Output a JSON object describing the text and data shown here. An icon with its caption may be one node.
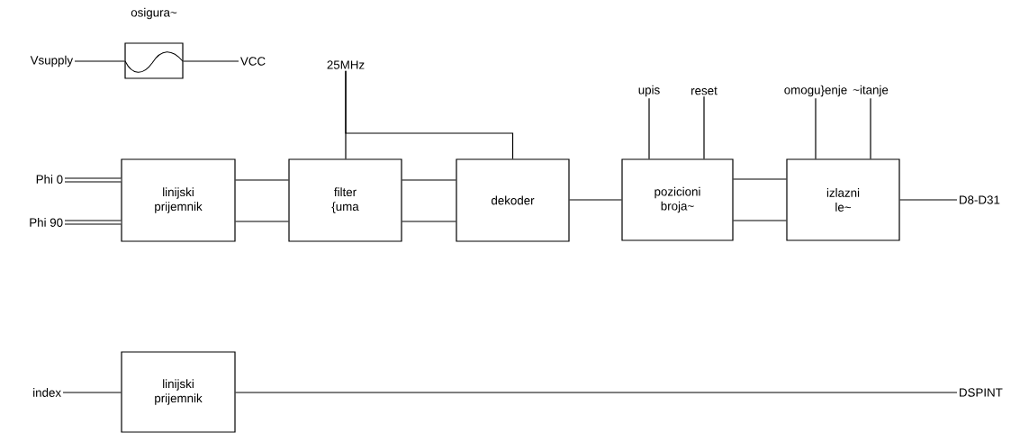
{
  "diagram": {
    "nodes": [
      {
        "text": [
          "Vsupply"
        ]
      },
      {
        "text": [
          "osigura~"
        ]
      },
      {
        "text": [
          "VCC"
        ]
      },
      {
        "text": [
          "25MHz"
        ]
      },
      {
        "text": [
          "Phi 0"
        ]
      },
      {
        "text": [
          "Phi 90"
        ]
      },
      {
        "text": [
          "linijski prijemnik"
        ]
      },
      {
        "text": [
          "filter {uma"
        ]
      },
      {
        "text": [
          "dekoder"
        ]
      },
      {
        "text": [
          "upis"
        ]
      },
      {
        "text": [
          "reset"
        ]
      },
      {
        "text": [
          "pozicioni broja~"
        ]
      },
      {
        "text": [
          "omogu}enje"
        ]
      },
      {
        "text": [
          "~itanje"
        ]
      },
      {
        "text": [
          "izlazni le~"
        ]
      },
      {
        "text": [
          "D8-D31"
        ]
      },
      {
        "text": [
          "index"
        ]
      },
      {
        "text": [
          "linijski prijemnik"
        ]
      },
      {
        "text": [
          "DSPINT"
        ]
      }
    ],
    "edges": [
      {
        "from": 0,
        "to": 1,
        "arrow": "none"
      },
      {
        "from": 1,
        "to": 2,
        "arrow": "none"
      },
      {
        "from": 3,
        "to": 7,
        "arrow": "none"
      },
      {
        "from": 3,
        "to": 8,
        "arrow": "none"
      },
      {
        "from": 4,
        "to": 6,
        "arrow": "none",
        "style": "thick"
      },
      {
        "from": 5,
        "to": 6,
        "arrow": "none",
        "style": "thick"
      },
      {
        "from": 6,
        "to": 7,
        "arrow": "none"
      },
      {
        "from": 6,
        "to": 7,
        "arrow": "none"
      },
      {
        "from": 7,
        "to": 8,
        "arrow": "none"
      },
      {
        "from": 7,
        "to": 8,
        "arrow": "none"
      },
      {
        "from": 8,
        "to": 11,
        "arrow": "none"
      },
      {
        "from": 9,
        "to": 11,
        "arrow": "none"
      },
      {
        "from": 10,
        "to": 11,
        "arrow": "none"
      },
      {
        "from": 11,
        "to": 14,
        "arrow": "none"
      },
      {
        "from": 11,
        "to": 14,
        "arrow": "none"
      },
      {
        "from": 12,
        "to": 14,
        "arrow": "none"
      },
      {
        "from": 13,
        "to": 14,
        "arrow": "none"
      },
      {
        "from": 14,
        "to": 15,
        "arrow": "none"
      },
      {
        "from": 16,
        "to": 17,
        "arrow": "none"
      },
      {
        "from": 17,
        "to": 18,
        "arrow": "none"
      }
    ]
  }
}
